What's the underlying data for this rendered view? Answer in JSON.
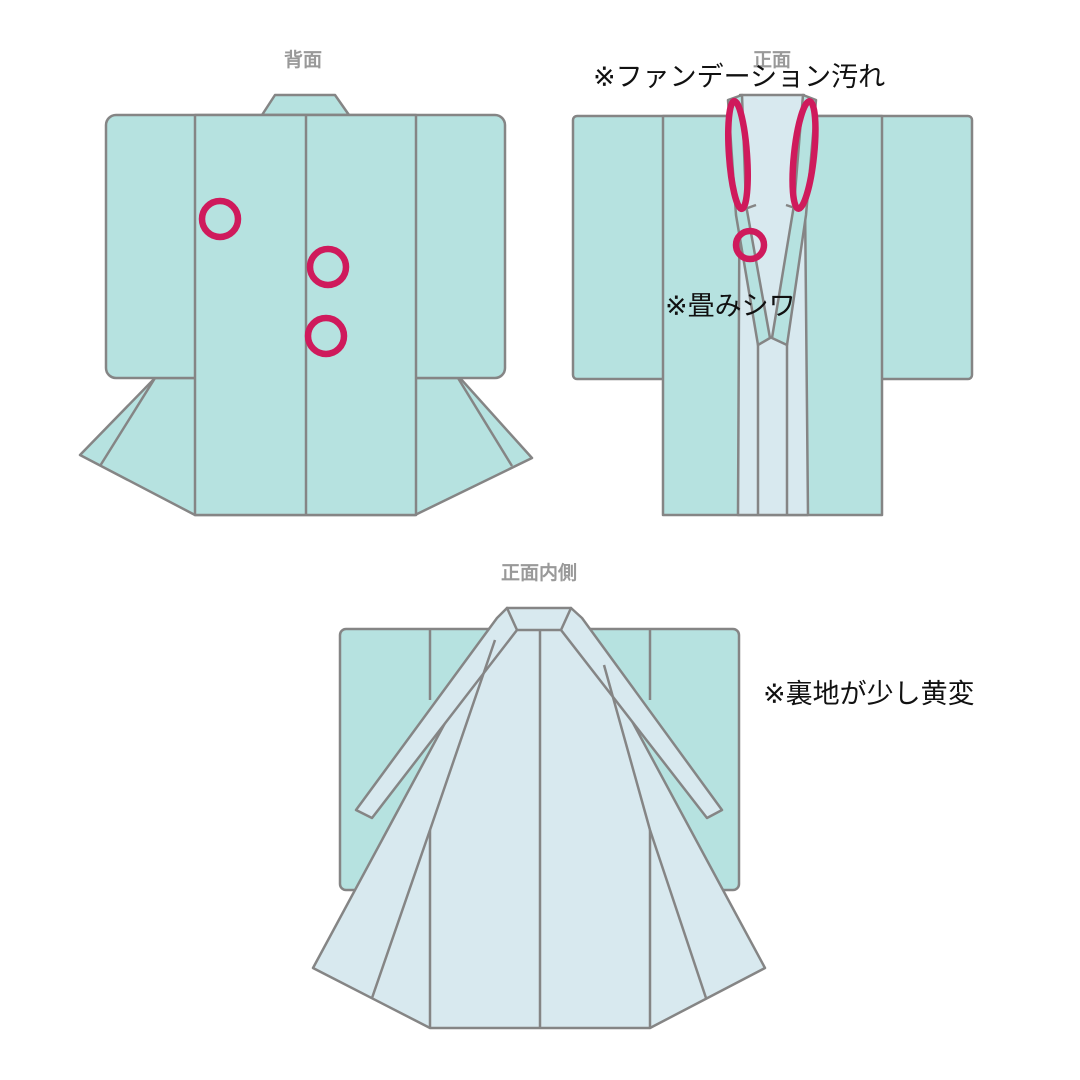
{
  "views": {
    "back": {
      "title": "背面"
    },
    "front": {
      "title": "正面"
    },
    "inside": {
      "title": "正面内側"
    }
  },
  "notes": {
    "foundation_stain": "※ファンデーション汚れ",
    "fold_wrinkle": "※畳みシワ",
    "lining_yellowing": "※裏地が少し黄変"
  },
  "colors": {
    "outer_fabric": "#b6e2e0",
    "lining": "#d8e9ef",
    "outline": "#858585",
    "marker": "#cf1a5c",
    "title": "#999999"
  }
}
